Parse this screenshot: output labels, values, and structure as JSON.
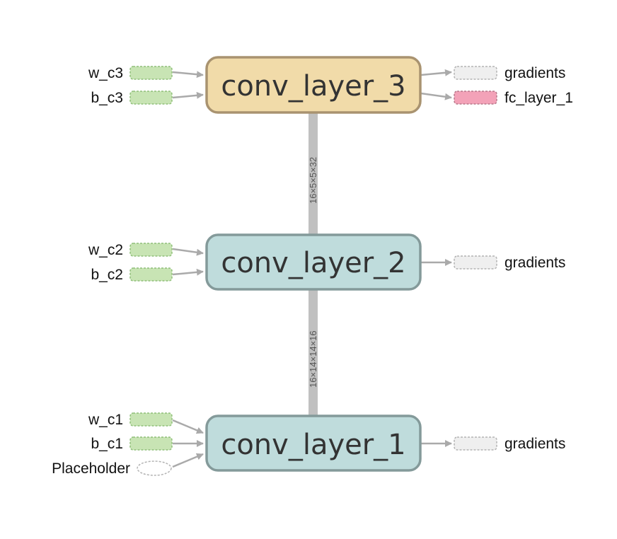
{
  "colors": {
    "edge": "#aaaaaa",
    "layer_3_fill": "#f1dba9",
    "layer_3_stroke": "#a99370",
    "layer_fill": "#bfdcdc",
    "layer_stroke": "#849a9a",
    "variable_fill": "#c8e4b4",
    "variable_stroke": "#8fbf79",
    "gradient_fill": "#efefef",
    "gradient_stroke": "#b3b3b3",
    "fc_fill": "#f3a2b8",
    "fc_stroke": "#b7788a"
  },
  "nodes": {
    "conv_layer_3": {
      "label": "conv_layer_3"
    },
    "conv_layer_2": {
      "label": "conv_layer_2"
    },
    "conv_layer_1": {
      "label": "conv_layer_1"
    }
  },
  "inputs": {
    "w_c3": "w_c3",
    "b_c3": "b_c3",
    "w_c2": "w_c2",
    "b_c2": "b_c2",
    "w_c1": "w_c1",
    "b_c1": "b_c1",
    "placeholder": "Placeholder"
  },
  "outputs": {
    "gradients_3": "gradients",
    "fc_layer_1": "fc_layer_1",
    "gradients_2": "gradients",
    "gradients_1": "gradients"
  },
  "edges": {
    "layer2_to_layer3": "16×5×5×32",
    "layer1_to_layer2": "16×14×14×16"
  }
}
